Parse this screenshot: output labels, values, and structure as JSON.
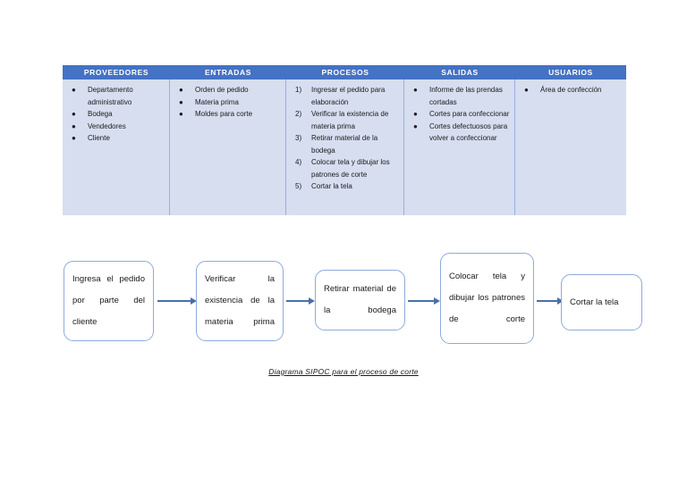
{
  "theme": {
    "header_bg": "#4472C4",
    "header_text": "#FFFFFF",
    "cell_bg": "#D6DEF0",
    "divider": "#9BB0DC",
    "box_border": "#8FAADC",
    "arrow": "#4A6FA8",
    "body_text": "#1A1A1A"
  },
  "sipoc_table": {
    "columns": [
      {
        "header": "PROVEEDORES",
        "list_type": "bullet",
        "items": [
          "Departamento administrativo",
          "Bodega",
          "Vendedores",
          "Cliente"
        ]
      },
      {
        "header": "ENTRADAS",
        "list_type": "bullet",
        "items": [
          "Orden de pedido",
          "Materia prima",
          "Moldes para corte"
        ]
      },
      {
        "header": "PROCESOS",
        "list_type": "number",
        "items": [
          "Ingresar el pedido para elaboración",
          "Verificar la existencia de materia prima",
          "Retirar material de la bodega",
          "Colocar tela y dibujar los patrones de corte",
          "Cortar la tela"
        ]
      },
      {
        "header": "SALIDAS",
        "list_type": "bullet",
        "items": [
          "Informe de las prendas cortadas",
          "Cortes para confeccionar",
          "Cortes defectuosos para volver a confeccionar"
        ]
      },
      {
        "header": "USUARIOS",
        "list_type": "bullet",
        "items": [
          "Área de confección"
        ]
      }
    ]
  },
  "flow_diagram": {
    "steps": [
      {
        "label": "Ingresa el pedido por parte del cliente"
      },
      {
        "label": "Verificar la existencia de la materia prima"
      },
      {
        "label": "Retirar material de la bodega"
      },
      {
        "label": "Colocar tela y dibujar los patrones de corte"
      },
      {
        "label": "Cortar la tela"
      }
    ],
    "arrow_count": 4
  },
  "caption": "Diagrama SIPOC para el proceso de corte"
}
